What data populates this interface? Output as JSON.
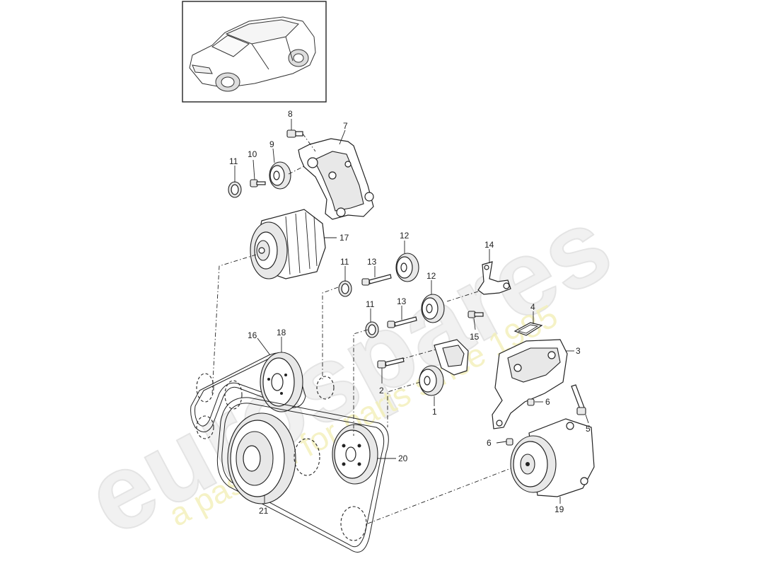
{
  "watermark": {
    "brand": "eurospares",
    "tagline": "a passion for parts since 1985"
  },
  "callouts": [
    {
      "id": "c1",
      "text": "1"
    },
    {
      "id": "c2",
      "text": "2"
    },
    {
      "id": "c3",
      "text": "3"
    },
    {
      "id": "c4",
      "text": "4"
    },
    {
      "id": "c5",
      "text": "5"
    },
    {
      "id": "c6a",
      "text": "6"
    },
    {
      "id": "c6b",
      "text": "6"
    },
    {
      "id": "c7",
      "text": "7"
    },
    {
      "id": "c8",
      "text": "8"
    },
    {
      "id": "c9",
      "text": "9"
    },
    {
      "id": "c10",
      "text": "10"
    },
    {
      "id": "c11a",
      "text": "11"
    },
    {
      "id": "c11b",
      "text": "11"
    },
    {
      "id": "c11c",
      "text": "11"
    },
    {
      "id": "c12a",
      "text": "12"
    },
    {
      "id": "c12b",
      "text": "12"
    },
    {
      "id": "c13a",
      "text": "13"
    },
    {
      "id": "c13b",
      "text": "13"
    },
    {
      "id": "c14",
      "text": "14"
    },
    {
      "id": "c15",
      "text": "15"
    },
    {
      "id": "c16",
      "text": "16"
    },
    {
      "id": "c17",
      "text": "17"
    },
    {
      "id": "c18",
      "text": "18"
    },
    {
      "id": "c19",
      "text": "19"
    },
    {
      "id": "c20",
      "text": "20"
    },
    {
      "id": "c21",
      "text": "21"
    }
  ]
}
